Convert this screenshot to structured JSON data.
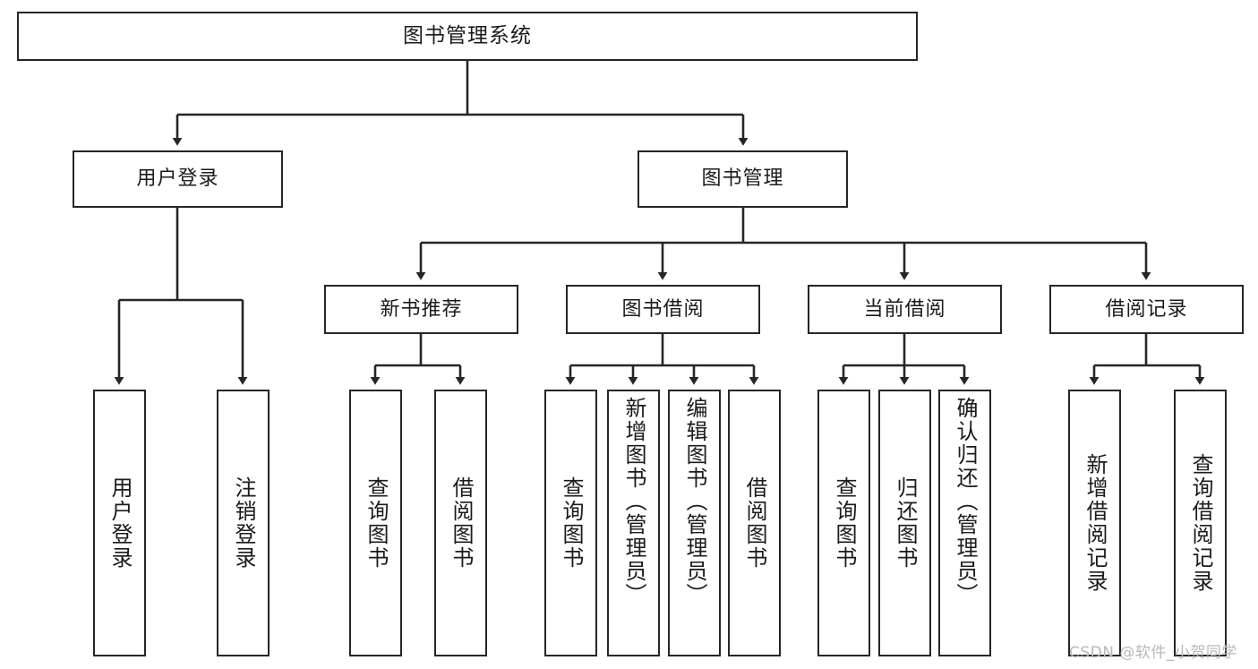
{
  "diagram": {
    "type": "tree-hierarchy-functional-structure",
    "title": "图书管理系统",
    "background_color": "#ffffff",
    "line_color": "#262626",
    "text_color": "#1b1b1b",
    "nodes": {
      "root": {
        "label": "图书管理系统"
      },
      "level2": [
        {
          "label": "用户登录"
        },
        {
          "label": "图书管理"
        }
      ],
      "level3": [
        {
          "label": "新书推荐"
        },
        {
          "label": "图书借阅"
        },
        {
          "label": "当前借阅"
        },
        {
          "label": "借阅记录"
        }
      ],
      "leaves": {
        "user_login": [
          {
            "label": "用户登录"
          },
          {
            "label": "注销登录"
          }
        ],
        "new_book_recommend": [
          {
            "label": "查询图书"
          },
          {
            "label": "借阅图书"
          }
        ],
        "book_borrow": [
          {
            "label": "查询图书"
          },
          {
            "label": "新增图书（管理员）"
          },
          {
            "label": "编辑图书（管理员）"
          },
          {
            "label": "借阅图书"
          }
        ],
        "current_borrow": [
          {
            "label": "查询图书"
          },
          {
            "label": "归还图书"
          },
          {
            "label": "确认归还（管理员）"
          }
        ],
        "borrow_record": [
          {
            "label": "新增借阅记录"
          },
          {
            "label": "查询借阅记录"
          }
        ]
      }
    }
  },
  "watermark": {
    "text": "CSDN @软件_小贺同学",
    "color": "#b9b9b9"
  }
}
